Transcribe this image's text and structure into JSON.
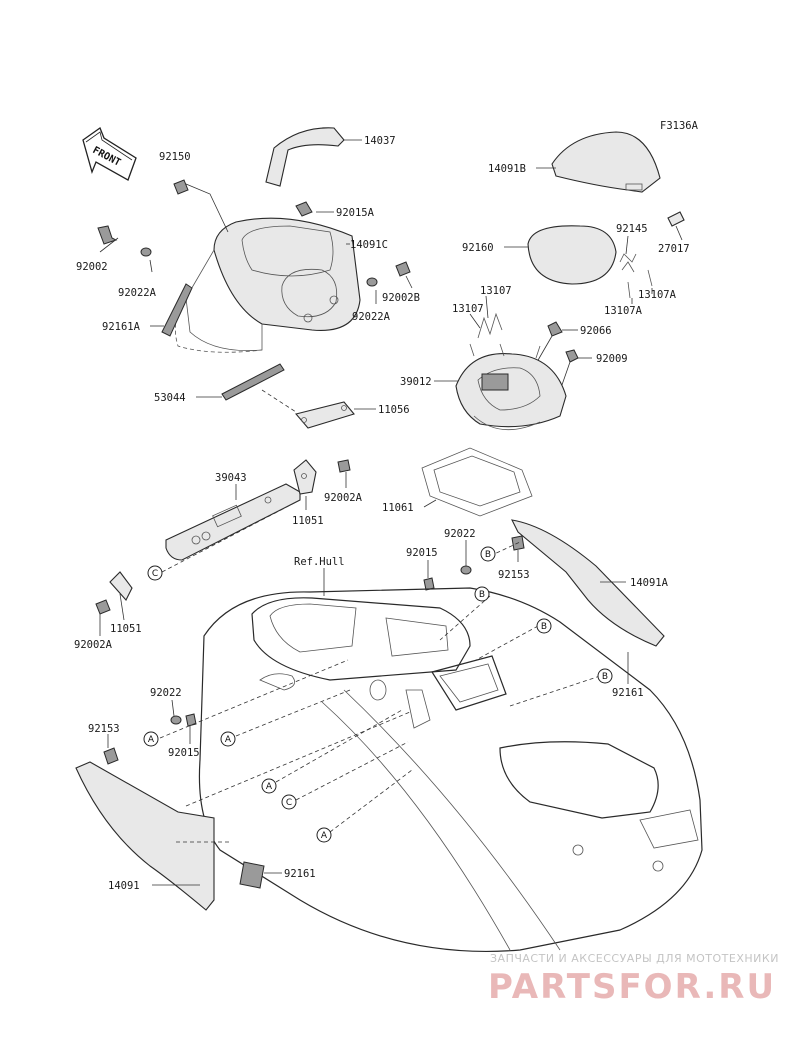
{
  "diagram": {
    "figure_code": "F3136A",
    "direction_arrow": "FRONT",
    "reference_label": "Ref.Hull",
    "callouts": [
      {
        "id": "p14037",
        "text": "14037"
      },
      {
        "id": "p92150",
        "text": "92150"
      },
      {
        "id": "p92015A",
        "text": "92015A"
      },
      {
        "id": "p14091C",
        "text": "14091C"
      },
      {
        "id": "p92002",
        "text": "92002"
      },
      {
        "id": "p92022A_1",
        "text": "92022A"
      },
      {
        "id": "p92002B",
        "text": "92002B"
      },
      {
        "id": "p92022A_2",
        "text": "92022A"
      },
      {
        "id": "p92161A",
        "text": "92161A"
      },
      {
        "id": "p53044",
        "text": "53044"
      },
      {
        "id": "p11056",
        "text": "11056"
      },
      {
        "id": "p14091B",
        "text": "14091B"
      },
      {
        "id": "p92145",
        "text": "92145"
      },
      {
        "id": "p27017",
        "text": "27017"
      },
      {
        "id": "p92160",
        "text": "92160"
      },
      {
        "id": "p13107_1",
        "text": "13107"
      },
      {
        "id": "p13107_2",
        "text": "13107"
      },
      {
        "id": "p13107A_1",
        "text": "13107A"
      },
      {
        "id": "p13107A_2",
        "text": "13107A"
      },
      {
        "id": "p92066",
        "text": "92066"
      },
      {
        "id": "p39012",
        "text": "39012"
      },
      {
        "id": "p92009",
        "text": "92009"
      },
      {
        "id": "p39043",
        "text": "39043"
      },
      {
        "id": "p92002A_1",
        "text": "92002A"
      },
      {
        "id": "p11051_1",
        "text": "11051"
      },
      {
        "id": "p11061",
        "text": "11061"
      },
      {
        "id": "p92022_1",
        "text": "92022"
      },
      {
        "id": "p92015_1",
        "text": "92015"
      },
      {
        "id": "p92153_1",
        "text": "92153"
      },
      {
        "id": "p14091A",
        "text": "14091A"
      },
      {
        "id": "p11051_2",
        "text": "11051"
      },
      {
        "id": "p92002A_2",
        "text": "92002A"
      },
      {
        "id": "p92161_1",
        "text": "92161"
      },
      {
        "id": "p92022_2",
        "text": "92022"
      },
      {
        "id": "p92153_2",
        "text": "92153"
      },
      {
        "id": "p92015_2",
        "text": "92015"
      },
      {
        "id": "p14091",
        "text": "14091"
      },
      {
        "id": "p92161_2",
        "text": "92161"
      }
    ],
    "ref_markers": [
      "A",
      "B",
      "C"
    ]
  },
  "watermark": {
    "caption": "ЗАПЧАСТИ И АКСЕССУАРЫ ДЛЯ МОТОТЕХНИКИ",
    "brand": "PARTSFOR.RU"
  }
}
